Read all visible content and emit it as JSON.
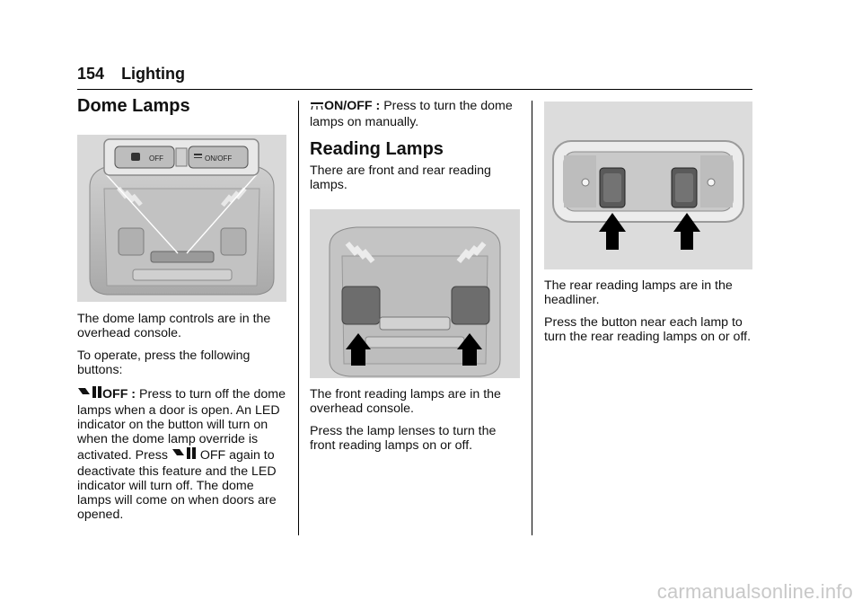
{
  "header": {
    "page_number": "154",
    "section": "Lighting"
  },
  "dome": {
    "title": "Dome Lamps",
    "figure_labels": {
      "left_button": "OFF",
      "right_button": "ON/OFF"
    },
    "p1": "The dome lamp controls are in the overhead console.",
    "p2": "To operate, press the following buttons:",
    "off_term": "OFF :",
    "off_desc_a": " Press to turn off the dome lamps when a door is open. An LED indicator on the button will turn on when the dome lamp override is activated. Press ",
    "off_desc_b": " OFF again to deactivate this feature and the LED indicator will turn off. The dome lamps will come on when doors are opened.",
    "onoff_term": "ON/OFF :",
    "onoff_desc": " Press to turn the dome lamps on manually."
  },
  "reading": {
    "title": "Reading Lamps",
    "intro": "There are front and rear reading lamps.",
    "front_p1": "The front reading lamps are in the overhead console.",
    "front_p2": "Press the lamp lenses to turn the front reading lamps on or off.",
    "rear_p1": "The rear reading lamps are in the headliner.",
    "rear_p2": "Press the button near each lamp to turn the rear reading lamps on or off."
  },
  "watermark": "carmanualsonline.info"
}
